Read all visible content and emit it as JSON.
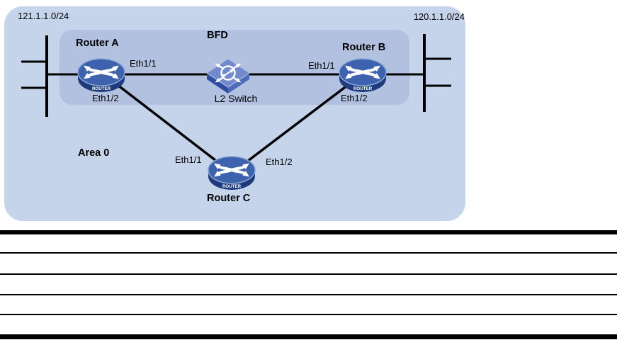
{
  "diagram": {
    "labels": {
      "subnet_left": "121.1.1.0/24",
      "subnet_right": "120.1.1.0/24",
      "bfd": "BFD",
      "l2_switch": "L2 Switch",
      "area": "Area 0",
      "router_a": "Router A",
      "router_b": "Router B",
      "router_c": "Router C",
      "router_badge": "ROUTER"
    },
    "interfaces": {
      "a_eth1_1": "Eth1/1",
      "a_eth1_2": "Eth1/2",
      "b_eth1_1": "Eth1/1",
      "b_eth1_2": "Eth1/2",
      "c_eth1_1": "Eth1/1",
      "c_eth1_2": "Eth1/2"
    },
    "colors": {
      "outer_bg": "#c5d4ea",
      "inner_bg": "#b2c1e0",
      "router_top": "#3e63ae",
      "router_side": "#1e3c7d",
      "router_edge": "#8ca6d6",
      "switch_top": "#7289cb",
      "switch_edge": "#aebde2",
      "switch_side_left": "#2f4da0",
      "switch_side_right": "#4f6ab8",
      "line": "#000000"
    }
  },
  "table": {
    "rows": [
      "",
      "",
      "",
      "",
      ""
    ]
  }
}
